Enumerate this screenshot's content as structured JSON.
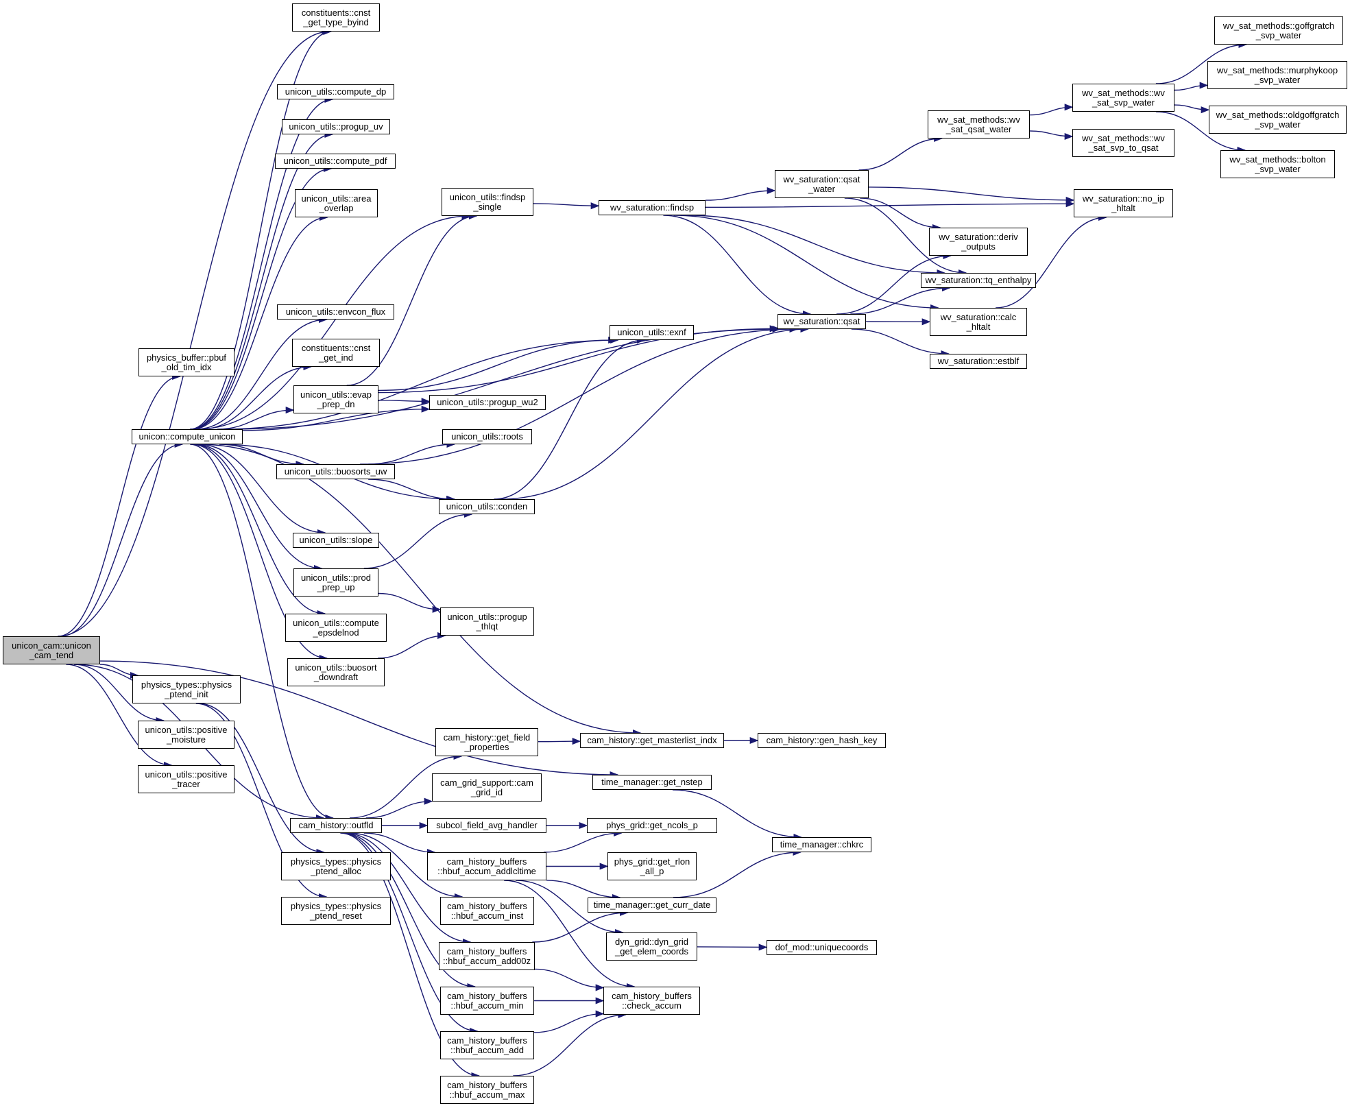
{
  "nodes": [
    {
      "id": "cam_tend",
      "label": "unicon_cam::unicon\n_cam_tend",
      "highlighted": true
    },
    {
      "id": "pbuf_old",
      "label": "physics_buffer::pbuf\n_old_tim_idx"
    },
    {
      "id": "compute_unicon",
      "label": "unicon::compute_unicon"
    },
    {
      "id": "ptend_init",
      "label": "physics_types::physics\n_ptend_init"
    },
    {
      "id": "positive_moisture",
      "label": "unicon_utils::positive\n_moisture"
    },
    {
      "id": "positive_tracer",
      "label": "unicon_utils::positive\n_tracer"
    },
    {
      "id": "cnst_get_type_byind",
      "label": "constituents::cnst\n_get_type_byind"
    },
    {
      "id": "compute_dp",
      "label": "unicon_utils::compute_dp"
    },
    {
      "id": "progup_uv",
      "label": "unicon_utils::progup_uv"
    },
    {
      "id": "compute_pdf",
      "label": "unicon_utils::compute_pdf"
    },
    {
      "id": "area_overlap",
      "label": "unicon_utils::area\n_overlap"
    },
    {
      "id": "envcon_flux",
      "label": "unicon_utils::envcon_flux"
    },
    {
      "id": "cnst_get_ind",
      "label": "constituents::cnst\n_get_ind"
    },
    {
      "id": "evap_prep_dn",
      "label": "unicon_utils::evap\n_prep_dn"
    },
    {
      "id": "buosorts_uw",
      "label": "unicon_utils::buosorts_uw"
    },
    {
      "id": "slope",
      "label": "unicon_utils::slope"
    },
    {
      "id": "prod_prep_up",
      "label": "unicon_utils::prod\n_prep_up"
    },
    {
      "id": "compute_epsdelnod",
      "label": "unicon_utils::compute\n_epsdelnod"
    },
    {
      "id": "buosort_downdraft",
      "label": "unicon_utils::buosort\n_downdraft"
    },
    {
      "id": "outfld",
      "label": "cam_history::outfld"
    },
    {
      "id": "ptend_alloc",
      "label": "physics_types::physics\n_ptend_alloc"
    },
    {
      "id": "ptend_reset",
      "label": "physics_types::physics\n_ptend_reset"
    },
    {
      "id": "findsp_single",
      "label": "unicon_utils::findsp\n_single"
    },
    {
      "id": "exnf",
      "label": "unicon_utils::exnf"
    },
    {
      "id": "progup_wu2",
      "label": "unicon_utils::progup_wu2"
    },
    {
      "id": "roots",
      "label": "unicon_utils::roots"
    },
    {
      "id": "conden",
      "label": "unicon_utils::conden"
    },
    {
      "id": "progup_thlqt",
      "label": "unicon_utils::progup\n_thlqt"
    },
    {
      "id": "get_field_properties",
      "label": "cam_history::get_field\n_properties"
    },
    {
      "id": "cam_grid_id",
      "label": "cam_grid_support::cam\n_grid_id"
    },
    {
      "id": "subcol_field_avg_handler",
      "label": "subcol_field_avg_handler"
    },
    {
      "id": "hbuf_accum_addlcltime",
      "label": "cam_history_buffers\n::hbuf_accum_addlcltime"
    },
    {
      "id": "hbuf_accum_inst",
      "label": "cam_history_buffers\n::hbuf_accum_inst"
    },
    {
      "id": "hbuf_accum_add00z",
      "label": "cam_history_buffers\n::hbuf_accum_add00z"
    },
    {
      "id": "hbuf_accum_min",
      "label": "cam_history_buffers\n::hbuf_accum_min"
    },
    {
      "id": "hbuf_accum_add",
      "label": "cam_history_buffers\n::hbuf_accum_add"
    },
    {
      "id": "hbuf_accum_max",
      "label": "cam_history_buffers\n::hbuf_accum_max"
    },
    {
      "id": "findsp",
      "label": "wv_saturation::findsp"
    },
    {
      "id": "get_masterlist_indx",
      "label": "cam_history::get_masterlist_indx"
    },
    {
      "id": "get_nstep",
      "label": "time_manager::get_nstep"
    },
    {
      "id": "get_ncols_p",
      "label": "phys_grid::get_ncols_p"
    },
    {
      "id": "get_rlon_all_p",
      "label": "phys_grid::get_rlon\n_all_p"
    },
    {
      "id": "get_curr_date",
      "label": "time_manager::get_curr_date"
    },
    {
      "id": "dyn_grid_get_elem_coords",
      "label": "dyn_grid::dyn_grid\n_get_elem_coords"
    },
    {
      "id": "check_accum",
      "label": "cam_history_buffers\n::check_accum"
    },
    {
      "id": "qsat_water",
      "label": "wv_saturation::qsat\n_water"
    },
    {
      "id": "qsat",
      "label": "wv_saturation::qsat"
    },
    {
      "id": "gen_hash_key",
      "label": "cam_history::gen_hash_key"
    },
    {
      "id": "chkrc",
      "label": "time_manager::chkrc"
    },
    {
      "id": "uniquecoords",
      "label": "dof_mod::uniquecoords"
    },
    {
      "id": "wv_sat_qsat_water",
      "label": "wv_sat_methods::wv\n_sat_qsat_water"
    },
    {
      "id": "deriv_outputs",
      "label": "wv_saturation::deriv\n_outputs"
    },
    {
      "id": "tq_enthalpy",
      "label": "wv_saturation::tq_enthalpy"
    },
    {
      "id": "calc_hltalt",
      "label": "wv_saturation::calc\n_hltalt"
    },
    {
      "id": "estblf",
      "label": "wv_saturation::estblf"
    },
    {
      "id": "wv_sat_svp_water",
      "label": "wv_sat_methods::wv\n_sat_svp_water"
    },
    {
      "id": "wv_sat_svp_to_qsat",
      "label": "wv_sat_methods::wv\n_sat_svp_to_qsat"
    },
    {
      "id": "no_ip_hltalt",
      "label": "wv_saturation::no_ip\n_hltalt"
    },
    {
      "id": "goffgratch",
      "label": "wv_sat_methods::goffgratch\n_svp_water"
    },
    {
      "id": "murphykoop",
      "label": "wv_sat_methods::murphykoop\n_svp_water"
    },
    {
      "id": "oldgoffgratch",
      "label": "wv_sat_methods::oldgoffgratch\n_svp_water"
    },
    {
      "id": "bolton",
      "label": "wv_sat_methods::bolton\n_svp_water"
    }
  ],
  "edges": [
    [
      "cam_tend",
      "pbuf_old"
    ],
    [
      "cam_tend",
      "compute_unicon"
    ],
    [
      "cam_tend",
      "ptend_init"
    ],
    [
      "cam_tend",
      "positive_moisture"
    ],
    [
      "cam_tend",
      "positive_tracer"
    ],
    [
      "cam_tend",
      "cnst_get_type_byind"
    ],
    [
      "cam_tend",
      "outfld"
    ],
    [
      "cam_tend",
      "get_nstep"
    ],
    [
      "compute_unicon",
      "cnst_get_type_byind"
    ],
    [
      "compute_unicon",
      "compute_dp"
    ],
    [
      "compute_unicon",
      "progup_uv"
    ],
    [
      "compute_unicon",
      "compute_pdf"
    ],
    [
      "compute_unicon",
      "area_overlap"
    ],
    [
      "compute_unicon",
      "findsp_single"
    ],
    [
      "compute_unicon",
      "envcon_flux"
    ],
    [
      "compute_unicon",
      "exnf"
    ],
    [
      "compute_unicon",
      "qsat"
    ],
    [
      "compute_unicon",
      "cnst_get_ind"
    ],
    [
      "compute_unicon",
      "evap_prep_dn"
    ],
    [
      "compute_unicon",
      "progup_wu2"
    ],
    [
      "compute_unicon",
      "buosorts_uw"
    ],
    [
      "compute_unicon",
      "conden"
    ],
    [
      "compute_unicon",
      "slope"
    ],
    [
      "compute_unicon",
      "prod_prep_up"
    ],
    [
      "compute_unicon",
      "compute_epsdelnod"
    ],
    [
      "compute_unicon",
      "buosort_downdraft"
    ],
    [
      "compute_unicon",
      "outfld"
    ],
    [
      "compute_unicon",
      "get_masterlist_indx"
    ],
    [
      "ptend_init",
      "ptend_alloc"
    ],
    [
      "ptend_init",
      "ptend_reset"
    ],
    [
      "evap_prep_dn",
      "findsp_single"
    ],
    [
      "evap_prep_dn",
      "exnf"
    ],
    [
      "evap_prep_dn",
      "qsat"
    ],
    [
      "evap_prep_dn",
      "progup_wu2"
    ],
    [
      "buosorts_uw",
      "roots"
    ],
    [
      "buosorts_uw",
      "conden"
    ],
    [
      "buosorts_uw",
      "qsat"
    ],
    [
      "prod_prep_up",
      "conden"
    ],
    [
      "prod_prep_up",
      "progup_thlqt"
    ],
    [
      "buosort_downdraft",
      "progup_thlqt"
    ],
    [
      "conden",
      "exnf"
    ],
    [
      "conden",
      "qsat"
    ],
    [
      "findsp_single",
      "findsp"
    ],
    [
      "findsp",
      "qsat_water"
    ],
    [
      "findsp",
      "no_ip_hltalt"
    ],
    [
      "findsp",
      "tq_enthalpy"
    ],
    [
      "findsp",
      "qsat"
    ],
    [
      "findsp",
      "calc_hltalt"
    ],
    [
      "qsat_water",
      "wv_sat_qsat_water"
    ],
    [
      "qsat_water",
      "deriv_outputs"
    ],
    [
      "qsat_water",
      "no_ip_hltalt"
    ],
    [
      "qsat_water",
      "tq_enthalpy"
    ],
    [
      "qsat",
      "deriv_outputs"
    ],
    [
      "qsat",
      "tq_enthalpy"
    ],
    [
      "qsat",
      "calc_hltalt"
    ],
    [
      "qsat",
      "estblf"
    ],
    [
      "calc_hltalt",
      "no_ip_hltalt"
    ],
    [
      "wv_sat_qsat_water",
      "wv_sat_svp_water"
    ],
    [
      "wv_sat_qsat_water",
      "wv_sat_svp_to_qsat"
    ],
    [
      "wv_sat_svp_water",
      "goffgratch"
    ],
    [
      "wv_sat_svp_water",
      "murphykoop"
    ],
    [
      "wv_sat_svp_water",
      "oldgoffgratch"
    ],
    [
      "wv_sat_svp_water",
      "bolton"
    ],
    [
      "outfld",
      "get_field_properties"
    ],
    [
      "outfld",
      "cam_grid_id"
    ],
    [
      "outfld",
      "subcol_field_avg_handler"
    ],
    [
      "outfld",
      "hbuf_accum_addlcltime"
    ],
    [
      "outfld",
      "hbuf_accum_inst"
    ],
    [
      "outfld",
      "hbuf_accum_add00z"
    ],
    [
      "outfld",
      "hbuf_accum_min"
    ],
    [
      "outfld",
      "hbuf_accum_add"
    ],
    [
      "outfld",
      "hbuf_accum_max"
    ],
    [
      "get_field_properties",
      "get_masterlist_indx"
    ],
    [
      "get_masterlist_indx",
      "gen_hash_key"
    ],
    [
      "subcol_field_avg_handler",
      "get_ncols_p"
    ],
    [
      "hbuf_accum_addlcltime",
      "get_ncols_p"
    ],
    [
      "hbuf_accum_addlcltime",
      "get_rlon_all_p"
    ],
    [
      "hbuf_accum_addlcltime",
      "get_curr_date"
    ],
    [
      "hbuf_accum_addlcltime",
      "dyn_grid_get_elem_coords"
    ],
    [
      "hbuf_accum_addlcltime",
      "check_accum"
    ],
    [
      "hbuf_accum_add00z",
      "get_curr_date"
    ],
    [
      "hbuf_accum_add00z",
      "check_accum"
    ],
    [
      "hbuf_accum_min",
      "check_accum"
    ],
    [
      "hbuf_accum_add",
      "check_accum"
    ],
    [
      "hbuf_accum_max",
      "check_accum"
    ],
    [
      "get_nstep",
      "chkrc"
    ],
    [
      "get_curr_date",
      "chkrc"
    ],
    [
      "dyn_grid_get_elem_coords",
      "uniquecoords"
    ]
  ],
  "colors": {
    "edge": "#191970",
    "node_border": "#000000",
    "highlight_fill": "#bfbfbf",
    "background": "#ffffff"
  }
}
